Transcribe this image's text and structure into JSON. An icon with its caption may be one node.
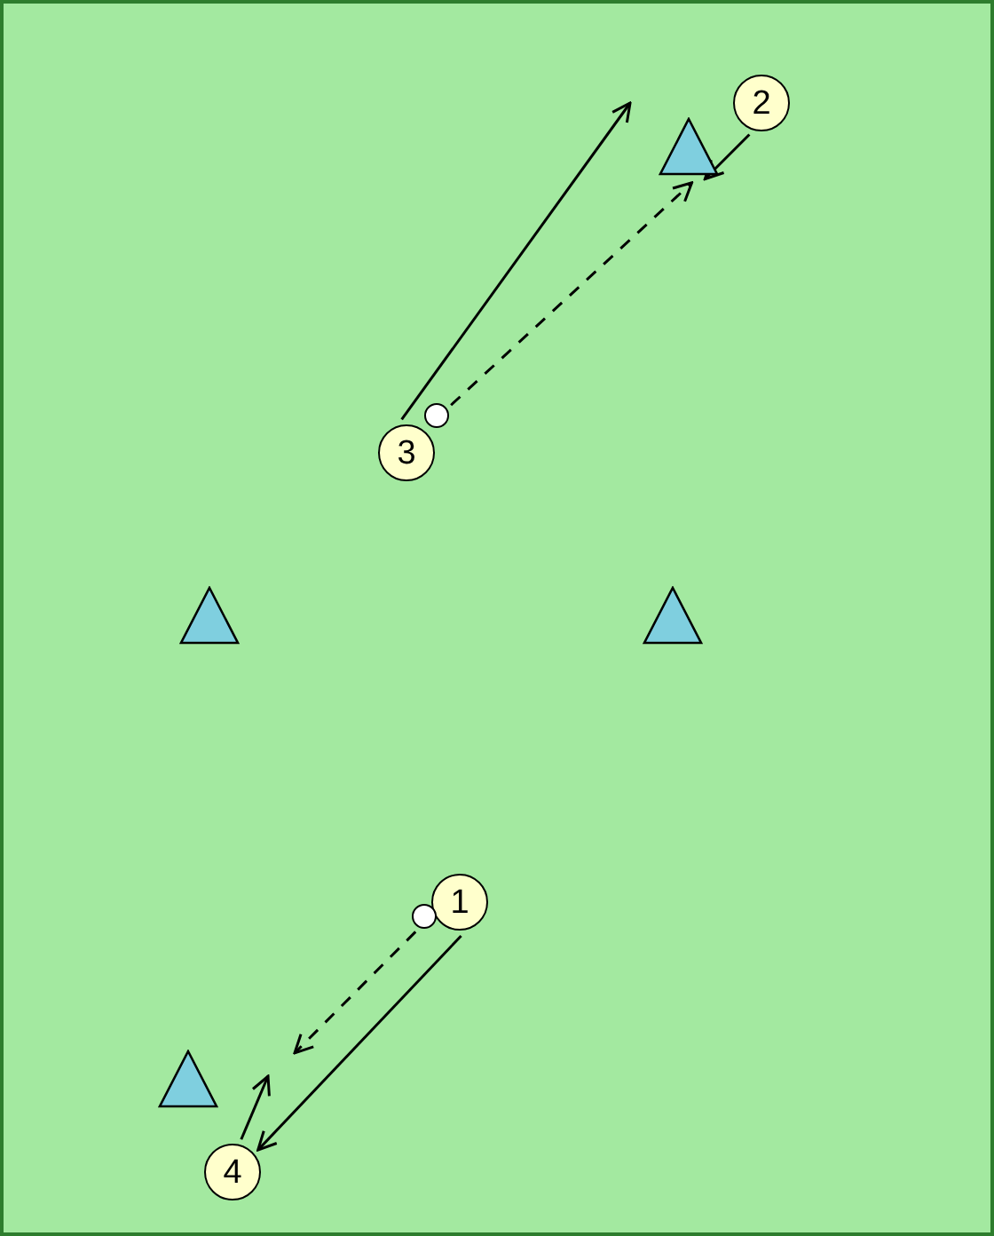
{
  "diagram": {
    "nodes": [
      {
        "text": [
          "2"
        ]
      },
      {
        "text": [],
        "shape": "triangle"
      },
      {
        "text": [
          "3"
        ]
      },
      {
        "text": [],
        "shape": "circle"
      },
      {
        "text": [],
        "shape": "triangle"
      },
      {
        "text": [],
        "shape": "triangle"
      },
      {
        "text": [
          "1"
        ]
      },
      {
        "text": [],
        "shape": "circle"
      },
      {
        "text": [],
        "shape": "triangle"
      },
      {
        "text": [
          "4"
        ]
      }
    ],
    "edges": [
      {
        "from": 2,
        "to": null,
        "arrow": "to"
      },
      {
        "from": 3,
        "to": 1,
        "arrow": "to",
        "style": "dashed"
      },
      {
        "from": 0,
        "to": 1,
        "arrow": "to"
      },
      {
        "from": 7,
        "to": null,
        "arrow": "to",
        "style": "dashed"
      },
      {
        "from": 6,
        "to": 9,
        "arrow": "to"
      },
      {
        "from": 9,
        "to": null,
        "arrow": "to"
      }
    ]
  }
}
